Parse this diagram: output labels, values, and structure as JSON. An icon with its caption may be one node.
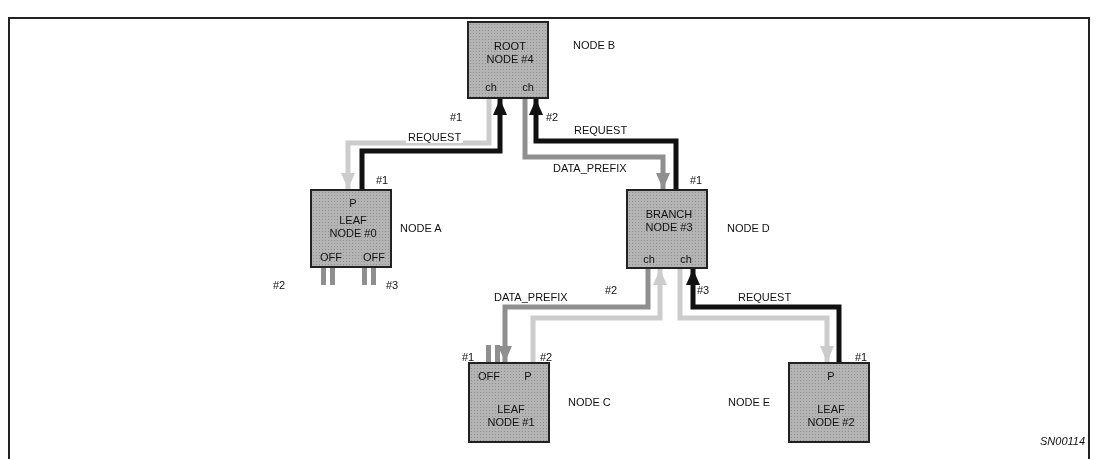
{
  "diagram": {
    "nodes": [
      {
        "text": [
          "ROOT NODE #4",
          "ch",
          "ch"
        ],
        "beside": [
          "NODE B"
        ]
      },
      {
        "text": [
          "P",
          "LEAF NODE #0",
          "OFF",
          "OFF"
        ],
        "beside": [
          "NODE A"
        ]
      },
      {
        "text": [
          "BRANCH NODE #3",
          "ch",
          "ch"
        ],
        "beside": [
          "NODE D"
        ]
      },
      {
        "text": [
          "OFF",
          "P",
          "LEAF NODE #1"
        ],
        "beside": [
          "NODE C"
        ]
      },
      {
        "text": [
          "P",
          "LEAF NODE #2"
        ],
        "beside": [
          "NODE E"
        ]
      }
    ],
    "edges": [
      {
        "from": 0,
        "to": 1,
        "arrow": "to",
        "color": "#cccccc"
      },
      {
        "from": 1,
        "to": 0,
        "arrow": "to",
        "label": "REQUEST",
        "color": "#111111"
      },
      {
        "from": 0,
        "to": 2,
        "arrow": "to",
        "label": "DATA_PREFIX",
        "color": "#8f8f8f"
      },
      {
        "from": 2,
        "to": 0,
        "arrow": "to",
        "label": "REQUEST",
        "color": "#111111"
      },
      {
        "from": 2,
        "to": 3,
        "arrow": "to",
        "label": "DATA_PREFIX",
        "color": "#8f8f8f"
      },
      {
        "from": 3,
        "to": 2,
        "arrow": "to",
        "color": "#cccccc"
      },
      {
        "from": 2,
        "to": 4,
        "arrow": "to",
        "color": "#cccccc"
      },
      {
        "from": 4,
        "to": 2,
        "arrow": "to",
        "label": "REQUEST",
        "color": "#111111"
      }
    ],
    "labels": [
      "#1",
      "#2",
      "#1",
      "#1",
      "#2",
      "#3",
      "#2",
      "#3",
      "#1",
      "#2",
      "#1",
      "SN00114"
    ]
  }
}
